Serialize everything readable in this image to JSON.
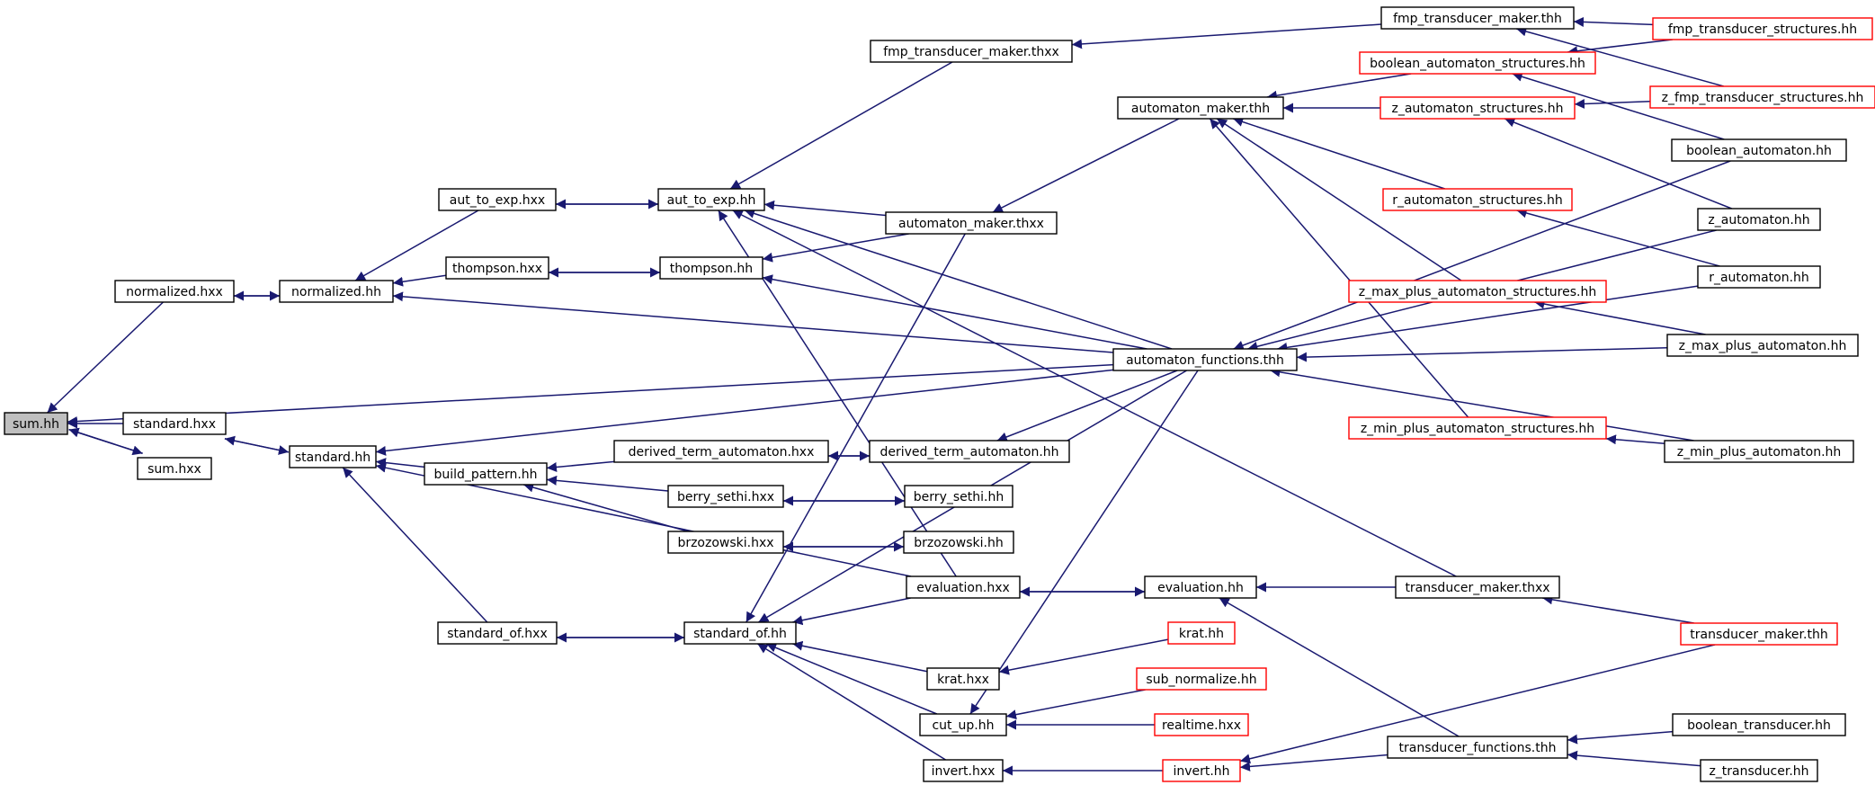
{
  "colors": {
    "edge": "#191970",
    "link_border": "#ff0000",
    "plain_border": "#000000",
    "current_fill": "#bfbfbf"
  },
  "nodes": [
    {
      "id": "sum_hh",
      "label": "sum.hh",
      "style": "current"
    },
    {
      "id": "normalized_hxx",
      "label": "normalized.hxx",
      "style": "black"
    },
    {
      "id": "standard_hxx",
      "label": "standard.hxx",
      "style": "black"
    },
    {
      "id": "sum_hxx",
      "label": "sum.hxx",
      "style": "black"
    },
    {
      "id": "normalized_hh",
      "label": "normalized.hh",
      "style": "black"
    },
    {
      "id": "standard_hh",
      "label": "standard.hh",
      "style": "black"
    },
    {
      "id": "aut_to_exp_hxx",
      "label": "aut_to_exp.hxx",
      "style": "black"
    },
    {
      "id": "thompson_hxx",
      "label": "thompson.hxx",
      "style": "black"
    },
    {
      "id": "build_pattern_hh",
      "label": "build_pattern.hh",
      "style": "black"
    },
    {
      "id": "standard_of_hxx",
      "label": "standard_of.hxx",
      "style": "black"
    },
    {
      "id": "aut_to_exp_hh",
      "label": "aut_to_exp.hh",
      "style": "black"
    },
    {
      "id": "thompson_hh",
      "label": "thompson.hh",
      "style": "black"
    },
    {
      "id": "derived_term_automaton_hxx",
      "label": "derived_term_automaton.hxx",
      "style": "black"
    },
    {
      "id": "berry_sethi_hxx",
      "label": "berry_sethi.hxx",
      "style": "black"
    },
    {
      "id": "brzozowski_hxx",
      "label": "brzozowski.hxx",
      "style": "black"
    },
    {
      "id": "standard_of_hh",
      "label": "standard_of.hh",
      "style": "black"
    },
    {
      "id": "fmp_transducer_maker_thxx",
      "label": "fmp_transducer_maker.thxx",
      "style": "black"
    },
    {
      "id": "automaton_maker_thxx",
      "label": "automaton_maker.thxx",
      "style": "black"
    },
    {
      "id": "derived_term_automaton_hh",
      "label": "derived_term_automaton.hh",
      "style": "black"
    },
    {
      "id": "berry_sethi_hh",
      "label": "berry_sethi.hh",
      "style": "black"
    },
    {
      "id": "brzozowski_hh",
      "label": "brzozowski.hh",
      "style": "black"
    },
    {
      "id": "evaluation_hxx",
      "label": "evaluation.hxx",
      "style": "black"
    },
    {
      "id": "krat_hxx",
      "label": "krat.hxx",
      "style": "black"
    },
    {
      "id": "cut_up_hh",
      "label": "cut_up.hh",
      "style": "black"
    },
    {
      "id": "invert_hxx",
      "label": "invert.hxx",
      "style": "black"
    },
    {
      "id": "automaton_maker_thh",
      "label": "automaton_maker.thh",
      "style": "black"
    },
    {
      "id": "automaton_functions_thh",
      "label": "automaton_functions.thh",
      "style": "black"
    },
    {
      "id": "evaluation_hh",
      "label": "evaluation.hh",
      "style": "black"
    },
    {
      "id": "krat_hh",
      "label": "krat.hh",
      "style": "red"
    },
    {
      "id": "sub_normalize_hh",
      "label": "sub_normalize.hh",
      "style": "red"
    },
    {
      "id": "realtime_hxx",
      "label": "realtime.hxx",
      "style": "red"
    },
    {
      "id": "invert_hh",
      "label": "invert.hh",
      "style": "red"
    },
    {
      "id": "fmp_transducer_maker_thh",
      "label": "fmp_transducer_maker.thh",
      "style": "black"
    },
    {
      "id": "boolean_automaton_structures_hh",
      "label": "boolean_automaton_structures.hh",
      "style": "red"
    },
    {
      "id": "z_automaton_structures_hh",
      "label": "z_automaton_structures.hh",
      "style": "red"
    },
    {
      "id": "r_automaton_structures_hh",
      "label": "r_automaton_structures.hh",
      "style": "red"
    },
    {
      "id": "z_max_plus_automaton_structures_hh",
      "label": "z_max_plus_automaton_structures.hh",
      "style": "red"
    },
    {
      "id": "z_min_plus_automaton_structures_hh",
      "label": "z_min_plus_automaton_structures.hh",
      "style": "red"
    },
    {
      "id": "transducer_maker_thxx",
      "label": "transducer_maker.thxx",
      "style": "black"
    },
    {
      "id": "transducer_functions_thh",
      "label": "transducer_functions.thh",
      "style": "black"
    },
    {
      "id": "fmp_transducer_structures_hh",
      "label": "fmp_transducer_structures.hh",
      "style": "red"
    },
    {
      "id": "z_fmp_transducer_structures_hh",
      "label": "z_fmp_transducer_structures.hh",
      "style": "red"
    },
    {
      "id": "boolean_automaton_hh",
      "label": "boolean_automaton.hh",
      "style": "black"
    },
    {
      "id": "z_automaton_hh",
      "label": "z_automaton.hh",
      "style": "black"
    },
    {
      "id": "r_automaton_hh",
      "label": "r_automaton.hh",
      "style": "black"
    },
    {
      "id": "z_max_plus_automaton_hh",
      "label": "z_max_plus_automaton.hh",
      "style": "black"
    },
    {
      "id": "z_min_plus_automaton_hh",
      "label": "z_min_plus_automaton.hh",
      "style": "black"
    },
    {
      "id": "transducer_maker_thh",
      "label": "transducer_maker.thh",
      "style": "red"
    },
    {
      "id": "boolean_transducer_hh",
      "label": "boolean_transducer.hh",
      "style": "black"
    },
    {
      "id": "z_transducer_hh",
      "label": "z_transducer.hh",
      "style": "black"
    }
  ],
  "edges": [
    {
      "from": "normalized_hxx",
      "to": "sum_hh"
    },
    {
      "from": "standard_hxx",
      "to": "sum_hh"
    },
    {
      "from": "sum_hxx",
      "to": "sum_hh"
    },
    {
      "from": "automaton_functions_thh",
      "to": "sum_hh"
    },
    {
      "from": "normalized_hh",
      "to": "normalized_hxx"
    },
    {
      "from": "normalized_hxx",
      "to": "normalized_hh"
    },
    {
      "from": "standard_hh",
      "to": "standard_hxx"
    },
    {
      "from": "standard_hxx",
      "to": "standard_hh"
    },
    {
      "from": "sum_hh",
      "to": "sum_hxx"
    },
    {
      "from": "aut_to_exp_hxx",
      "to": "normalized_hh"
    },
    {
      "from": "thompson_hxx",
      "to": "normalized_hh"
    },
    {
      "from": "automaton_functions_thh",
      "to": "normalized_hh"
    },
    {
      "from": "build_pattern_hh",
      "to": "standard_hh"
    },
    {
      "from": "standard_of_hxx",
      "to": "standard_hh"
    },
    {
      "from": "evaluation_hxx",
      "to": "standard_hh"
    },
    {
      "from": "automaton_functions_thh",
      "to": "standard_hh"
    },
    {
      "from": "aut_to_exp_hh",
      "to": "aut_to_exp_hxx"
    },
    {
      "from": "aut_to_exp_hxx",
      "to": "aut_to_exp_hh"
    },
    {
      "from": "thompson_hh",
      "to": "thompson_hxx"
    },
    {
      "from": "thompson_hxx",
      "to": "thompson_hh"
    },
    {
      "from": "derived_term_automaton_hxx",
      "to": "build_pattern_hh"
    },
    {
      "from": "berry_sethi_hxx",
      "to": "build_pattern_hh"
    },
    {
      "from": "brzozowski_hxx",
      "to": "build_pattern_hh"
    },
    {
      "from": "standard_of_hh",
      "to": "standard_of_hxx"
    },
    {
      "from": "standard_of_hxx",
      "to": "standard_of_hh"
    },
    {
      "from": "fmp_transducer_maker_thxx",
      "to": "aut_to_exp_hh"
    },
    {
      "from": "automaton_maker_thxx",
      "to": "aut_to_exp_hh"
    },
    {
      "from": "automaton_functions_thh",
      "to": "aut_to_exp_hh"
    },
    {
      "from": "transducer_maker_thxx",
      "to": "aut_to_exp_hh"
    },
    {
      "from": "evaluation_hxx",
      "to": "aut_to_exp_hh"
    },
    {
      "from": "automaton_maker_thxx",
      "to": "thompson_hh"
    },
    {
      "from": "automaton_functions_thh",
      "to": "thompson_hh"
    },
    {
      "from": "derived_term_automaton_hh",
      "to": "derived_term_automaton_hxx"
    },
    {
      "from": "derived_term_automaton_hxx",
      "to": "derived_term_automaton_hh"
    },
    {
      "from": "berry_sethi_hh",
      "to": "berry_sethi_hxx"
    },
    {
      "from": "berry_sethi_hxx",
      "to": "berry_sethi_hh"
    },
    {
      "from": "brzozowski_hh",
      "to": "brzozowski_hxx"
    },
    {
      "from": "brzozowski_hxx",
      "to": "brzozowski_hh"
    },
    {
      "from": "evaluation_hxx",
      "to": "standard_of_hh"
    },
    {
      "from": "krat_hxx",
      "to": "standard_of_hh"
    },
    {
      "from": "cut_up_hh",
      "to": "standard_of_hh"
    },
    {
      "from": "invert_hxx",
      "to": "standard_of_hh"
    },
    {
      "from": "automaton_functions_thh",
      "to": "standard_of_hh"
    },
    {
      "from": "automaton_maker_thxx",
      "to": "standard_of_hh"
    },
    {
      "from": "fmp_transducer_maker_thh",
      "to": "fmp_transducer_maker_thxx"
    },
    {
      "from": "automaton_maker_thh",
      "to": "automaton_maker_thxx"
    },
    {
      "from": "automaton_functions_thh",
      "to": "derived_term_automaton_hh"
    },
    {
      "from": "evaluation_hh",
      "to": "evaluation_hxx"
    },
    {
      "from": "evaluation_hxx",
      "to": "evaluation_hh"
    },
    {
      "from": "krat_hh",
      "to": "krat_hxx"
    },
    {
      "from": "sub_normalize_hh",
      "to": "cut_up_hh"
    },
    {
      "from": "realtime_hxx",
      "to": "cut_up_hh"
    },
    {
      "from": "automaton_functions_thh",
      "to": "cut_up_hh"
    },
    {
      "from": "invert_hh",
      "to": "invert_hxx"
    },
    {
      "from": "boolean_automaton_structures_hh",
      "to": "automaton_maker_thh"
    },
    {
      "from": "z_automaton_structures_hh",
      "to": "automaton_maker_thh"
    },
    {
      "from": "r_automaton_structures_hh",
      "to": "automaton_maker_thh"
    },
    {
      "from": "z_max_plus_automaton_structures_hh",
      "to": "automaton_maker_thh"
    },
    {
      "from": "z_min_plus_automaton_structures_hh",
      "to": "automaton_maker_thh"
    },
    {
      "from": "boolean_automaton_hh",
      "to": "automaton_functions_thh"
    },
    {
      "from": "z_automaton_hh",
      "to": "automaton_functions_thh"
    },
    {
      "from": "r_automaton_hh",
      "to": "automaton_functions_thh"
    },
    {
      "from": "z_max_plus_automaton_hh",
      "to": "automaton_functions_thh"
    },
    {
      "from": "z_min_plus_automaton_hh",
      "to": "automaton_functions_thh"
    },
    {
      "from": "transducer_maker_thxx",
      "to": "evaluation_hh"
    },
    {
      "from": "transducer_functions_thh",
      "to": "evaluation_hh"
    },
    {
      "from": "transducer_functions_thh",
      "to": "invert_hh"
    },
    {
      "from": "transducer_maker_thh",
      "to": "invert_hh"
    },
    {
      "from": "fmp_transducer_structures_hh",
      "to": "fmp_transducer_maker_thh"
    },
    {
      "from": "z_fmp_transducer_structures_hh",
      "to": "fmp_transducer_maker_thh"
    },
    {
      "from": "fmp_transducer_structures_hh",
      "to": "boolean_automaton_structures_hh"
    },
    {
      "from": "z_fmp_transducer_structures_hh",
      "to": "z_automaton_structures_hh"
    },
    {
      "from": "boolean_automaton_hh",
      "to": "boolean_automaton_structures_hh"
    },
    {
      "from": "z_automaton_hh",
      "to": "z_automaton_structures_hh"
    },
    {
      "from": "r_automaton_hh",
      "to": "r_automaton_structures_hh"
    },
    {
      "from": "z_max_plus_automaton_hh",
      "to": "z_max_plus_automaton_structures_hh"
    },
    {
      "from": "z_min_plus_automaton_hh",
      "to": "z_min_plus_automaton_structures_hh"
    },
    {
      "from": "transducer_maker_thh",
      "to": "transducer_maker_thxx"
    },
    {
      "from": "boolean_transducer_hh",
      "to": "transducer_functions_thh"
    },
    {
      "from": "z_transducer_hh",
      "to": "transducer_functions_thh"
    }
  ]
}
